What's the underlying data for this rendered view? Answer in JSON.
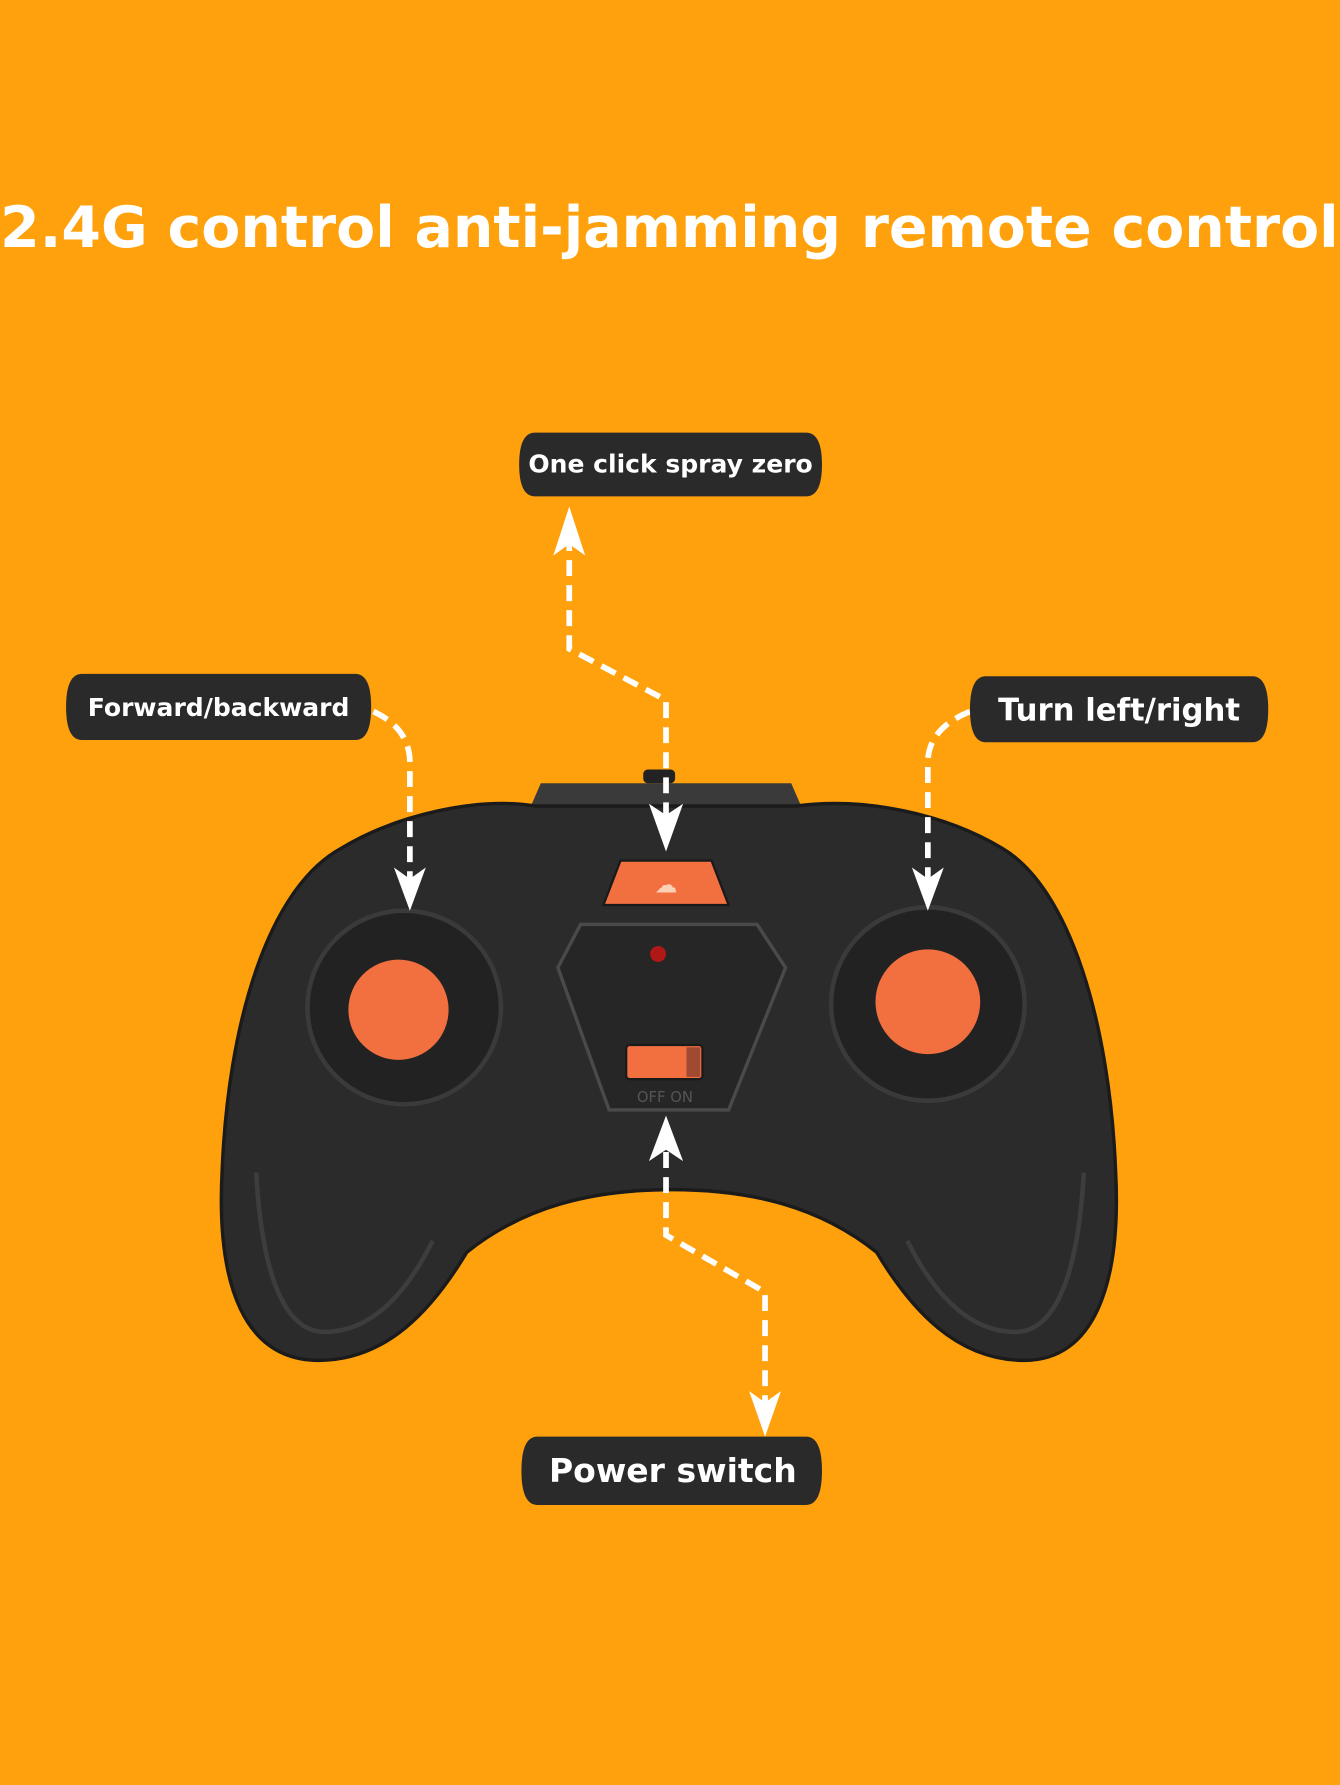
{
  "title": "2.4G control anti-jamming remote control",
  "labels": {
    "spray": "One click spray zero",
    "forward": "Forward/backward",
    "turn": "Turn left/right",
    "power": "Power switch"
  },
  "controller": {
    "switch_text": "OFF ON"
  },
  "colors": {
    "background": "#FFA10C",
    "label_bg": "#2a2a2a",
    "controller_body": "#2b2b2b",
    "button_accent": "#F2703F"
  }
}
